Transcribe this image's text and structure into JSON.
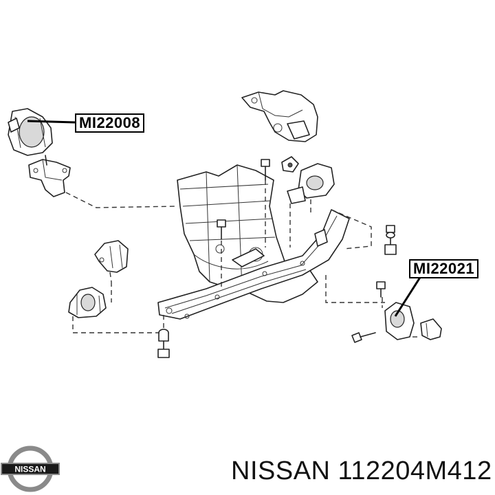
{
  "diagram": {
    "labels": [
      {
        "id": "label-a",
        "text": "MI22008"
      },
      {
        "id": "label-b",
        "text": "MI22021"
      }
    ],
    "caption": "NISSAN 112204M412",
    "logo": {
      "name": "nissan-logo",
      "text": "NISSAN",
      "colors": {
        "ring": "#8a8a8a",
        "band": "#1a1a1a",
        "band_text": "#ffffff"
      }
    },
    "colors": {
      "line": "#222222",
      "background": "#ffffff"
    }
  }
}
